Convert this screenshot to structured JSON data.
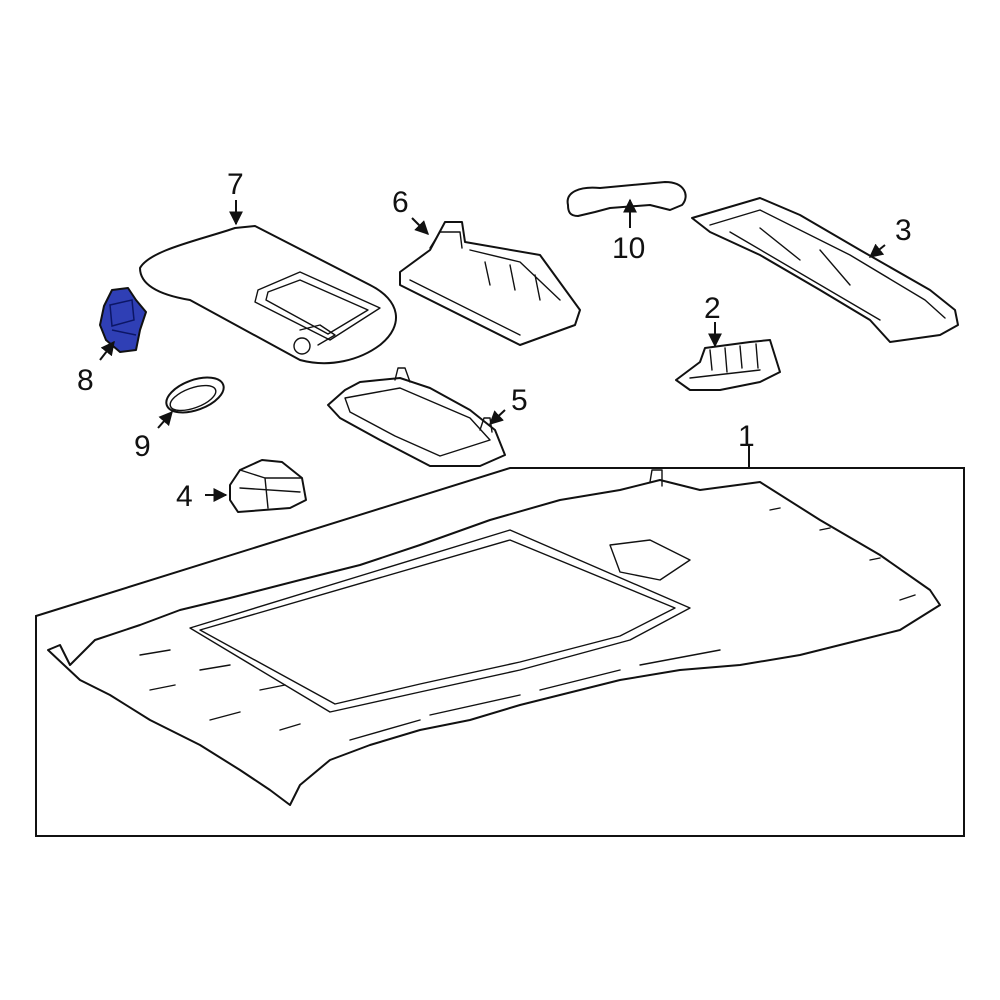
{
  "callouts": [
    {
      "id": "1",
      "label": "1"
    },
    {
      "id": "2",
      "label": "2"
    },
    {
      "id": "3",
      "label": "3"
    },
    {
      "id": "4",
      "label": "4"
    },
    {
      "id": "5",
      "label": "5"
    },
    {
      "id": "6",
      "label": "6"
    },
    {
      "id": "7",
      "label": "7"
    },
    {
      "id": "8",
      "label": "8"
    },
    {
      "id": "9",
      "label": "9"
    },
    {
      "id": "10",
      "label": "10"
    }
  ],
  "highlight_color": "#2f3fb5",
  "line_color": "#111111"
}
